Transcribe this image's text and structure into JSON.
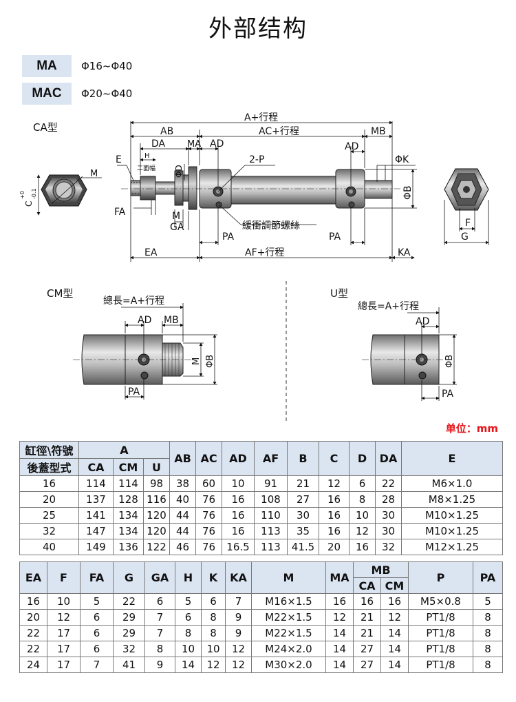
{
  "title": "外部结构",
  "models": [
    {
      "name": "MA",
      "range": "Φ16~Φ40"
    },
    {
      "name": "MAC",
      "range": "Φ20~Φ40"
    }
  ],
  "diagram": {
    "ca_label": "CA型",
    "cm_label": "CM型",
    "u_label": "U型",
    "labels": {
      "a_stroke": "A+行程",
      "ac_stroke": "AC+行程",
      "af_stroke": "AF+行程",
      "ab": "AB",
      "da": "DA",
      "ma": "MA",
      "ad": "AD",
      "mb": "MB",
      "e": "E",
      "h": "H",
      "flats": "二面幅",
      "d": "ΦD",
      "p": "2-P",
      "k": "ΦK",
      "b": "ΦB",
      "m": "M",
      "fa": "FA",
      "ga": "GA",
      "pa": "PA",
      "ea": "EA",
      "ka": "KA",
      "f": "F",
      "g": "G",
      "c": "C",
      "c_tol_plus": "+0",
      "c_tol_minus": "-0.1",
      "cushion": "緩衝調節螺絲",
      "total": "總長=A+行程"
    }
  },
  "unit_label": "单位：mm",
  "table1": {
    "h_bore": "缸徑\\符號",
    "h_cover": "後蓋型式",
    "h_a": "A",
    "sub_a": [
      "CA",
      "CM",
      "U"
    ],
    "cols": [
      "AB",
      "AC",
      "AD",
      "AF",
      "B",
      "C",
      "D",
      "DA",
      "E"
    ],
    "rows": [
      [
        "16",
        "114",
        "114",
        "98",
        "38",
        "60",
        "10",
        "91",
        "21",
        "12",
        "6",
        "22",
        "M6×1.0"
      ],
      [
        "20",
        "137",
        "128",
        "116",
        "40",
        "76",
        "16",
        "108",
        "27",
        "16",
        "8",
        "28",
        "M8×1.25"
      ],
      [
        "25",
        "141",
        "134",
        "120",
        "44",
        "76",
        "16",
        "110",
        "30",
        "16",
        "10",
        "30",
        "M10×1.25"
      ],
      [
        "32",
        "147",
        "134",
        "120",
        "44",
        "76",
        "16",
        "113",
        "35",
        "16",
        "12",
        "30",
        "M10×1.25"
      ],
      [
        "40",
        "149",
        "136",
        "122",
        "46",
        "76",
        "16.5",
        "113",
        "41.5",
        "20",
        "16",
        "32",
        "M12×1.25"
      ]
    ]
  },
  "table2": {
    "cols_a": [
      "EA",
      "F",
      "FA",
      "G",
      "GA",
      "H",
      "K",
      "KA",
      "M",
      "MA"
    ],
    "h_mb": "MB",
    "sub_mb": [
      "CA",
      "CM"
    ],
    "cols_b": [
      "P",
      "PA"
    ],
    "rows": [
      [
        "16",
        "10",
        "5",
        "22",
        "6",
        "5",
        "6",
        "7",
        "M16×1.5",
        "16",
        "16",
        "16",
        "M5×0.8",
        "5"
      ],
      [
        "20",
        "12",
        "6",
        "29",
        "7",
        "6",
        "8",
        "9",
        "M22×1.5",
        "12",
        "21",
        "12",
        "PT1/8",
        "8"
      ],
      [
        "22",
        "17",
        "6",
        "29",
        "7",
        "8",
        "8",
        "9",
        "M22×1.5",
        "14",
        "21",
        "14",
        "PT1/8",
        "8"
      ],
      [
        "22",
        "17",
        "6",
        "32",
        "8",
        "10",
        "10",
        "12",
        "M24×2.0",
        "14",
        "27",
        "14",
        "PT1/8",
        "8"
      ],
      [
        "24",
        "17",
        "7",
        "41",
        "9",
        "14",
        "12",
        "12",
        "M30×2.0",
        "14",
        "27",
        "14",
        "PT1/8",
        "8"
      ]
    ]
  }
}
